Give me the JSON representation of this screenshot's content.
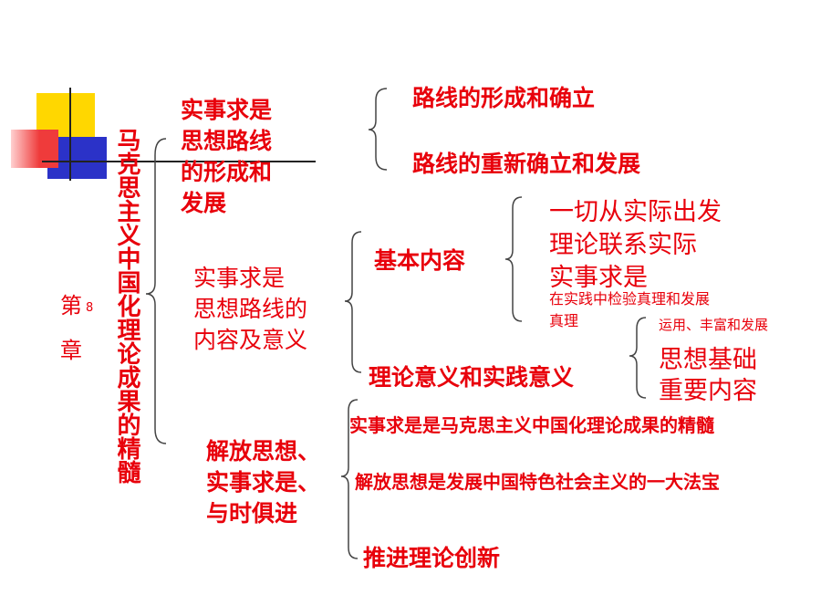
{
  "chapter": {
    "label_top": "第",
    "label_bottom": "章",
    "number_mark": "8"
  },
  "main_title": "马克思主义中国化理论成果的精髓",
  "sections": {
    "formation": {
      "title": "实事求是思想路线的形成和发展",
      "title_lines": [
        "实事求是",
        "思想路线",
        "的形成和",
        "发展"
      ],
      "items": [
        "路线的形成和确立",
        "路线的重新确立和发展"
      ]
    },
    "content": {
      "title_lines": [
        "实事求是",
        "思想路线的",
        "内容及意义"
      ],
      "basic": {
        "label": "基本内容",
        "items": [
          "一切从实际出发",
          "理论联系实际",
          "实事求是"
        ],
        "small_lines": [
          "在实践中检验真理和发展",
          "真理"
        ]
      },
      "significance": {
        "label": "理论意义和实践意义",
        "small": "运用、丰富和发展",
        "items": [
          "思想基础",
          "重要内容"
        ]
      }
    },
    "emancipation": {
      "title_lines": [
        "解放思想、",
        "实事求是、",
        "与时俱进"
      ],
      "items": [
        "实事求是是马克思主义中国化理论成果的精髓",
        "解放思想是发展中国特色社会主义的一大法宝",
        "推进理论创新"
      ]
    }
  },
  "colors": {
    "text": "#e8000b",
    "bracket": "#444444",
    "deco_yellow": "#ffd700",
    "deco_blue": "#2b32c8",
    "deco_red": "#ef3b3b"
  }
}
